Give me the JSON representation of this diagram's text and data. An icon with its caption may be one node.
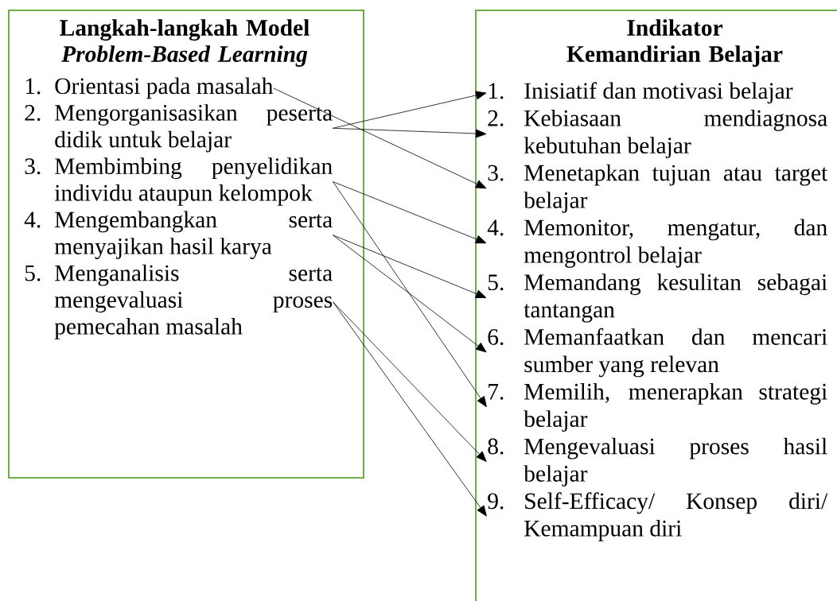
{
  "diagram": {
    "nodes": [
      {
        "text": [
          "Langkah-langkah Model *Problem-Based Learning*"
        ]
      },
      {
        "text": [
          "1.",
          "Orientasi pada masalah"
        ],
        "in": 0
      },
      {
        "text": [
          "2.",
          "Mengorganisasikan peserta didik untuk belajar"
        ],
        "in": 0
      },
      {
        "text": [
          "3.",
          "Membimbing penyelidikan individu ataupun kelompok"
        ],
        "in": 0
      },
      {
        "text": [
          "4.",
          "Mengembangkan serta menyajikan hasil karya"
        ],
        "in": 0
      },
      {
        "text": [
          "5.",
          "Menganalisis serta mengevaluasi proses pemecahan masalah"
        ],
        "in": 0
      },
      {
        "text": [
          "Indikator Kemandirian Belajar"
        ]
      },
      {
        "text": [
          "1.",
          "Inisiatif dan motivasi belajar"
        ],
        "in": 6
      },
      {
        "text": [
          "2.",
          "Kebiasaan mendiagnosa kebutuhan belajar"
        ],
        "in": 6
      },
      {
        "text": [
          "3.",
          "Menetapkan tujuan atau target belajar"
        ],
        "in": 6
      },
      {
        "text": [
          "4.",
          "Memonitor, mengatur, dan mengontrol belajar"
        ],
        "in": 6
      },
      {
        "text": [
          "5.",
          "Memandang kesulitan sebagai tantangan"
        ],
        "in": 6
      },
      {
        "text": [
          "6.",
          "Memanfaatkan dan mencari sumber yang relevan"
        ],
        "in": 6
      },
      {
        "text": [
          "7.",
          "Memilih, menerapkan strategi belajar"
        ],
        "in": 6
      },
      {
        "text": [
          "8.",
          "Mengevaluasi proses hasil belajar"
        ],
        "in": 6
      },
      {
        "text": [
          "9.",
          "Self-Efficacy/ Konsep diri/ Kemampuan diri"
        ],
        "in": 6
      }
    ],
    "edges": [
      {
        "from": 1,
        "to": 9,
        "arrow": "to"
      },
      {
        "from": 2,
        "to": 7,
        "arrow": "to"
      },
      {
        "from": 2,
        "to": 8,
        "arrow": "to"
      },
      {
        "from": 3,
        "to": 10,
        "arrow": "to"
      },
      {
        "from": 3,
        "to": 13,
        "arrow": "to"
      },
      {
        "from": 4,
        "to": 11,
        "arrow": "to"
      },
      {
        "from": 4,
        "to": 12,
        "arrow": "to"
      },
      {
        "from": 5,
        "to": 14,
        "arrow": "to"
      },
      {
        "from": 5,
        "to": 15,
        "arrow": "to"
      }
    ]
  }
}
